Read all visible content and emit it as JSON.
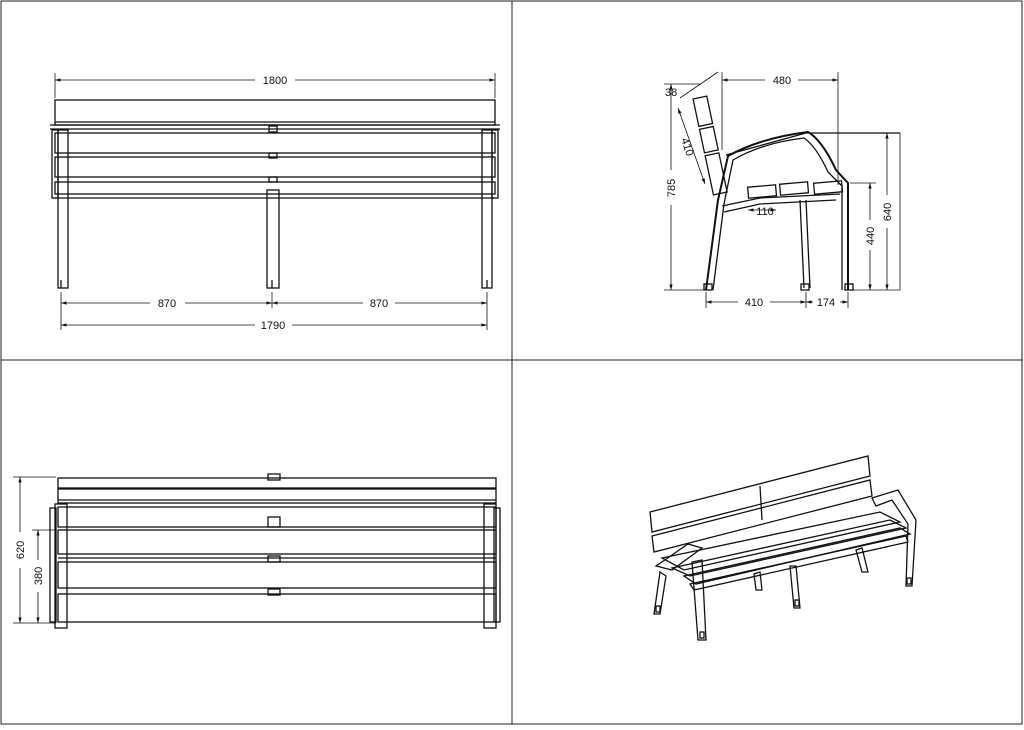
{
  "views": {
    "front": {
      "overall_width": "1800",
      "leg_span_left": "870",
      "leg_span_right": "870",
      "leg_total": "1790"
    },
    "side": {
      "depth_top": "480",
      "backrest_thickness": "38",
      "backrest_length": "410",
      "overall_height": "785",
      "armrest_height": "640",
      "seat_height": "440",
      "slat_width": "110",
      "base_depth_rear": "410",
      "base_depth_front": "174"
    },
    "top": {
      "depth_total": "620",
      "seat_depth": "380"
    }
  }
}
